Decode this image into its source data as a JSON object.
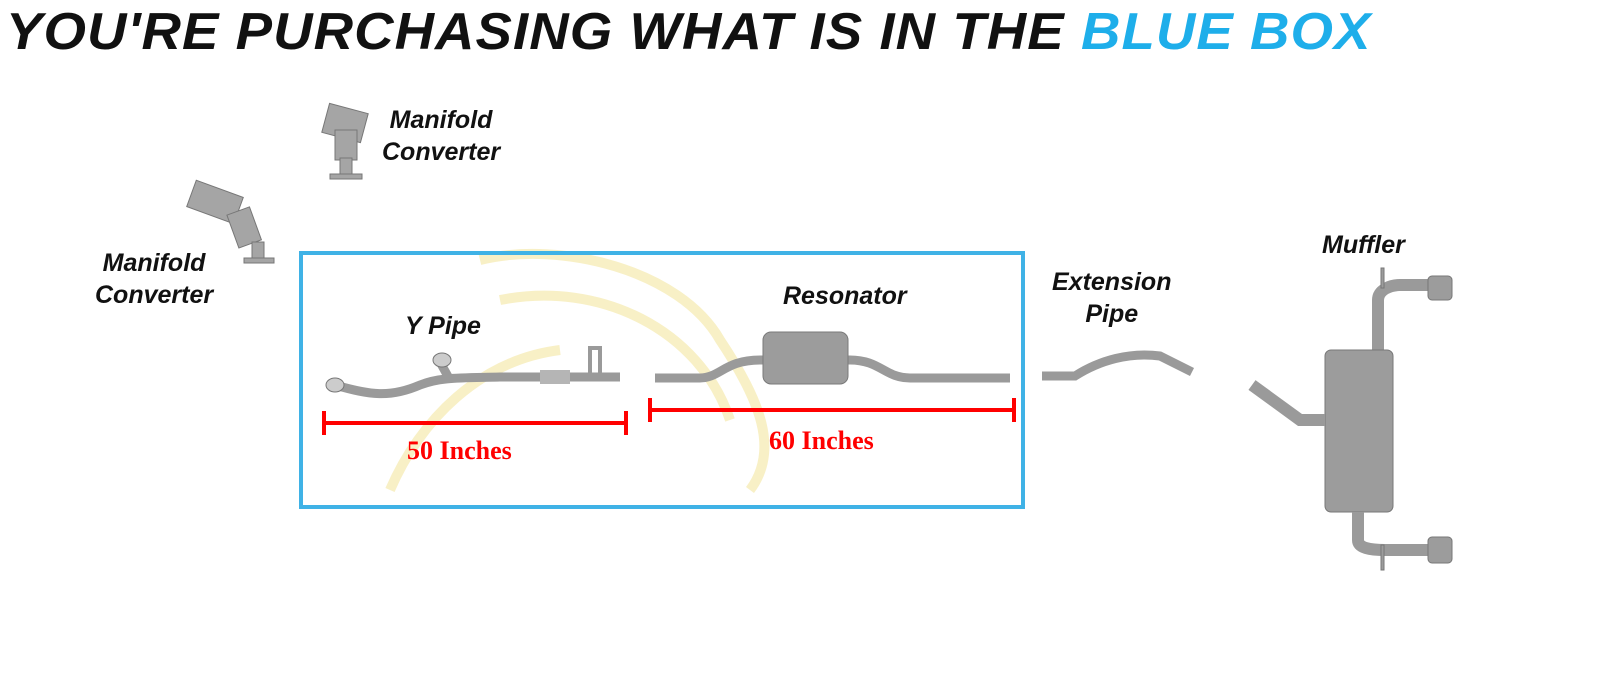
{
  "header": {
    "title_main": "YOU'RE PURCHASING WHAT IS IN THE",
    "title_highlight": "BLUE BOX"
  },
  "colors": {
    "highlight": "#1eaeea",
    "box_border": "#3fb2e6",
    "measure": "#ff0000",
    "part": "#9a9a9a"
  },
  "parts": {
    "manifold_converter_1": {
      "line1": "Manifold",
      "line2": "Converter"
    },
    "manifold_converter_2": {
      "line1": "Manifold",
      "line2": "Converter"
    },
    "y_pipe": "Y Pipe",
    "resonator": "Resonator",
    "extension_pipe": {
      "line1": "Extension",
      "line2": "Pipe"
    },
    "muffler": "Muffler"
  },
  "measurements": {
    "y_pipe_length": "50 Inches",
    "resonator_length": "60 Inches"
  }
}
